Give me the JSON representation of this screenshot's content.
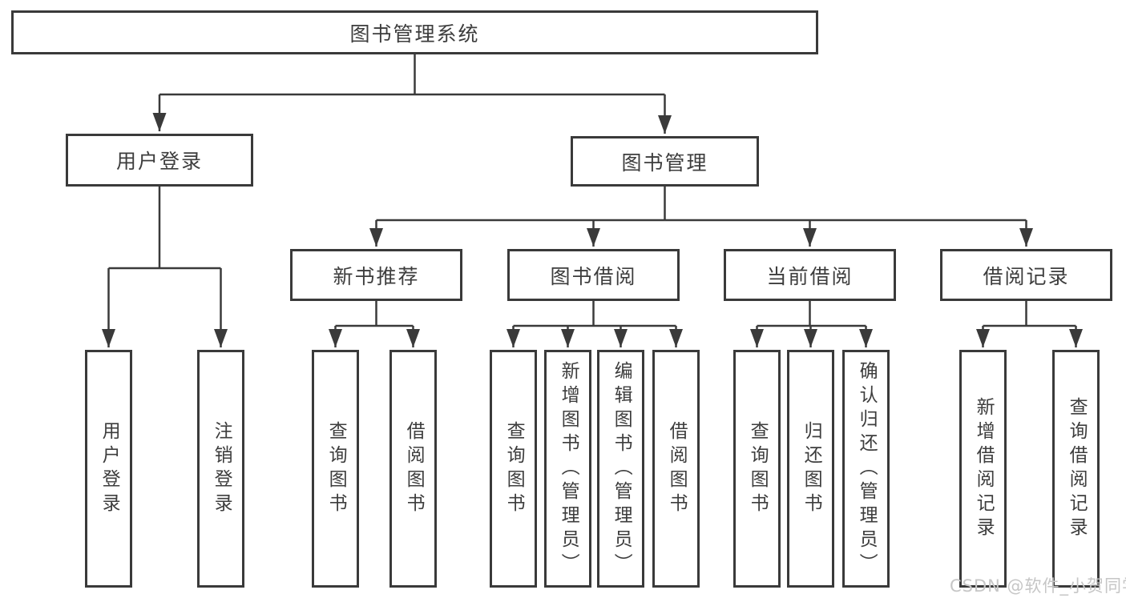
{
  "root": {
    "label": "图书管理系统"
  },
  "level1": {
    "user_login": {
      "label": "用户登录"
    },
    "book_management": {
      "label": "图书管理"
    }
  },
  "level2": {
    "new_book_recommendation": {
      "label": "新书推荐"
    },
    "book_borrowing": {
      "label": "图书借阅"
    },
    "current_borrowing": {
      "label": "当前借阅"
    },
    "borrowing_records": {
      "label": "借阅记录"
    }
  },
  "leaves": {
    "user_login_leaf": {
      "label": "用户登录"
    },
    "logout": {
      "label": "注销登录"
    },
    "query_books_rec": {
      "label": "查询图书"
    },
    "borrow_books_rec": {
      "label": "借阅图书"
    },
    "query_books_borrow": {
      "label": "查询图书"
    },
    "add_books_admin": {
      "label": "新增图书（管理员）"
    },
    "edit_books_admin": {
      "label": "编辑图书（管理员）"
    },
    "borrow_books_borrow": {
      "label": "借阅图书"
    },
    "query_books_current": {
      "label": "查询图书"
    },
    "return_books": {
      "label": "归还图书"
    },
    "confirm_return_admin": {
      "label": "确认归还（管理员）"
    },
    "add_borrow_record": {
      "label": "新增借阅记录"
    },
    "query_borrow_record": {
      "label": "查询借阅记录"
    }
  },
  "watermark": {
    "text": "CSDN @软件_小贺同学"
  },
  "colors": {
    "line": "#3a3a3a",
    "box_border": "#3a3a3a",
    "text": "#3d3d3d",
    "watermark": "#c6c6c6",
    "background": "#ffffff"
  }
}
